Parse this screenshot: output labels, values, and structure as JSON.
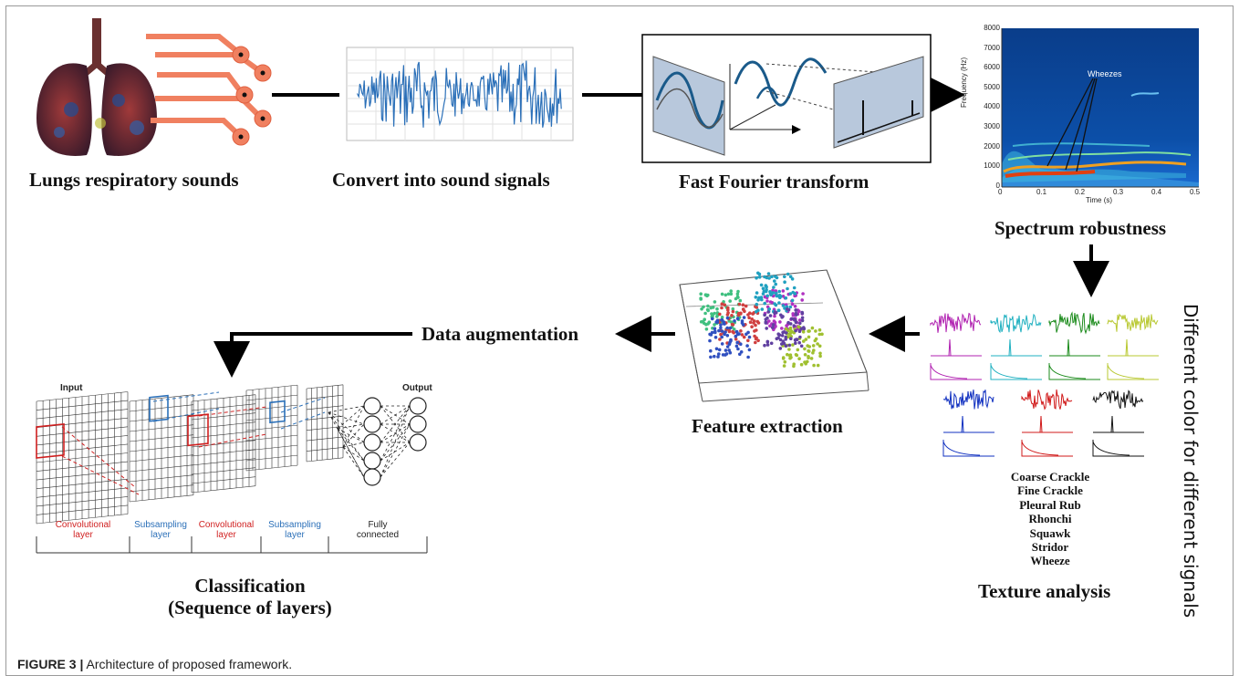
{
  "figure": {
    "caption_label": "FIGURE 3 |",
    "caption_text": " Architecture of proposed framework."
  },
  "steps": {
    "lungs": "Lungs respiratory sounds",
    "signals": "Convert into sound signals",
    "fft": "Fast Fourier transform",
    "spectrum": "Spectrum robustness",
    "texture": "Texture analysis",
    "feature": "Feature extraction",
    "augmentation": "Data augmentation",
    "classification_line1": "Classification",
    "classification_line2": "(Sequence of layers)"
  },
  "side_note": "Different color for different signals",
  "signal_types": [
    "Coarse Crackle",
    "Fine Crackle",
    "Pleural Rub",
    "Rhonchi",
    "Squawk",
    "Stridor",
    "Wheeze"
  ],
  "signal_colors": [
    "#b020b0",
    "#1fb0c0",
    "#1a8a1a",
    "#b8c830",
    "#1030c0",
    "#d01818",
    "#111111"
  ],
  "spectrogram": {
    "y_label": "Frequency (Hz)",
    "x_label": "Time (s)",
    "y_ticks": [
      "8000",
      "7000",
      "6000",
      "5000",
      "4000",
      "3000",
      "2000",
      "1000",
      "0"
    ],
    "x_ticks": [
      "0",
      "0.1",
      "0.2",
      "0.3",
      "0.4",
      "0.5"
    ],
    "annotation": "Wheezes"
  },
  "cnn": {
    "input_label": "Input",
    "output_label": "Output",
    "layers": [
      {
        "line1": "Convolutional",
        "line2": "layer",
        "color": "#d02020"
      },
      {
        "line1": "Subsampling",
        "line2": "layer",
        "color": "#2a6fb8"
      },
      {
        "line1": "Convolutional",
        "line2": "layer",
        "color": "#d02020"
      },
      {
        "line1": "Subsampling",
        "line2": "layer",
        "color": "#2a6fb8"
      },
      {
        "line1": "Fully",
        "line2": "connected",
        "color": "#222222"
      }
    ]
  }
}
